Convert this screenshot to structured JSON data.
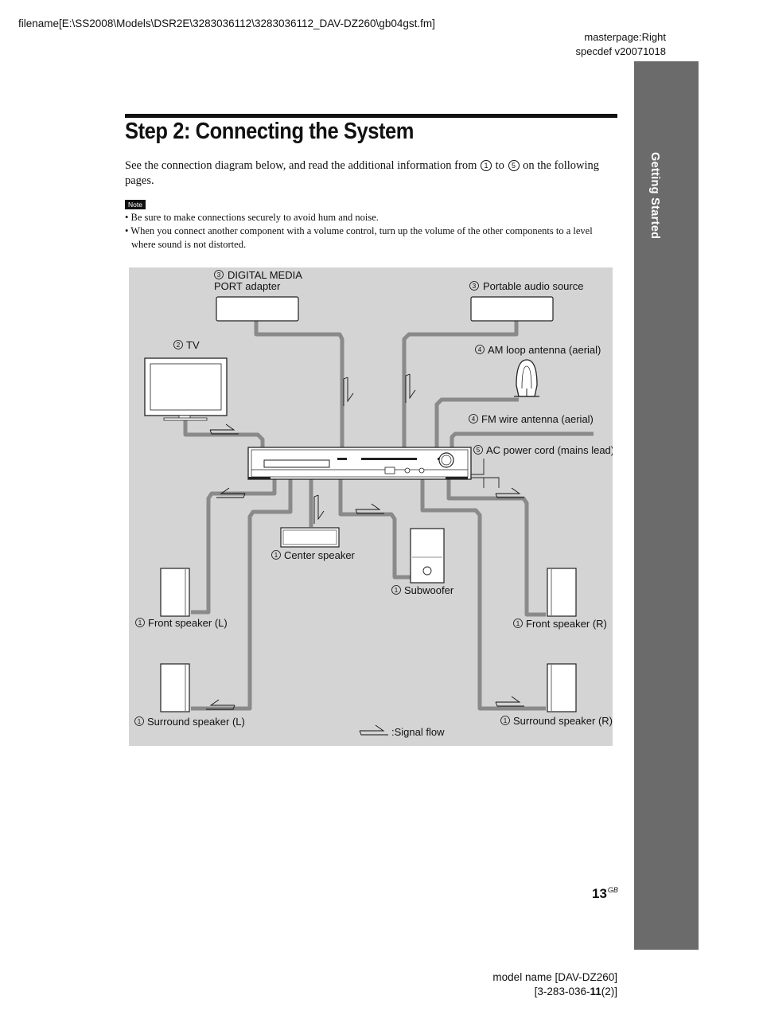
{
  "header": {
    "filename": "filename[E:\\SS2008\\Models\\DSR2E\\3283036112\\3283036112_DAV-DZ260\\gb04gst.fm]",
    "masterpage": "masterpage:Right",
    "specdef": "specdef v20071018"
  },
  "side_tab": {
    "label": "Getting Started",
    "color": "#6b6b6b"
  },
  "title": "Step 2: Connecting the System",
  "intro": {
    "text_a": "See the connection diagram below, and read the additional information from",
    "from_num": "1",
    "text_b": "to",
    "to_num": "5",
    "text_c": "on the following pages."
  },
  "note": {
    "badge": "Note",
    "items": [
      "Be sure to make connections securely to avoid hum and noise.",
      "When you connect another component with a volume control, turn up the volume of the other components to a level where sound is not distorted."
    ]
  },
  "diagram": {
    "background": "#d4d4d4",
    "cable_color": "#8a8a8a",
    "labels": {
      "digital_media_num": "3",
      "digital_media_line1": "DIGITAL MEDIA",
      "digital_media_line2": "PORT adapter",
      "portable_num": "3",
      "portable": "Portable audio source",
      "tv_num": "2",
      "tv": "TV",
      "am_num": "4",
      "am": "AM loop antenna (aerial)",
      "fm_num": "4",
      "fm": "FM wire antenna (aerial)",
      "ac_num": "5",
      "ac": "AC power cord (mains lead)",
      "center_num": "1",
      "center": "Center speaker",
      "subwoofer_num": "1",
      "subwoofer": "Subwoofer",
      "front_l_num": "1",
      "front_l": "Front speaker (L)",
      "front_r_num": "1",
      "front_r": "Front speaker (R)",
      "surround_l_num": "1",
      "surround_l": "Surround speaker (L)",
      "surround_r_num": "1",
      "surround_r": "Surround speaker (R)",
      "signal_flow": ":Signal flow"
    }
  },
  "footer": {
    "page_number": "13",
    "page_suffix": "GB",
    "model_line1": "model name [DAV-DZ260]",
    "model_line2_a": "[3-283-036-",
    "model_line2_b": "11",
    "model_line2_c": "(2)]"
  }
}
